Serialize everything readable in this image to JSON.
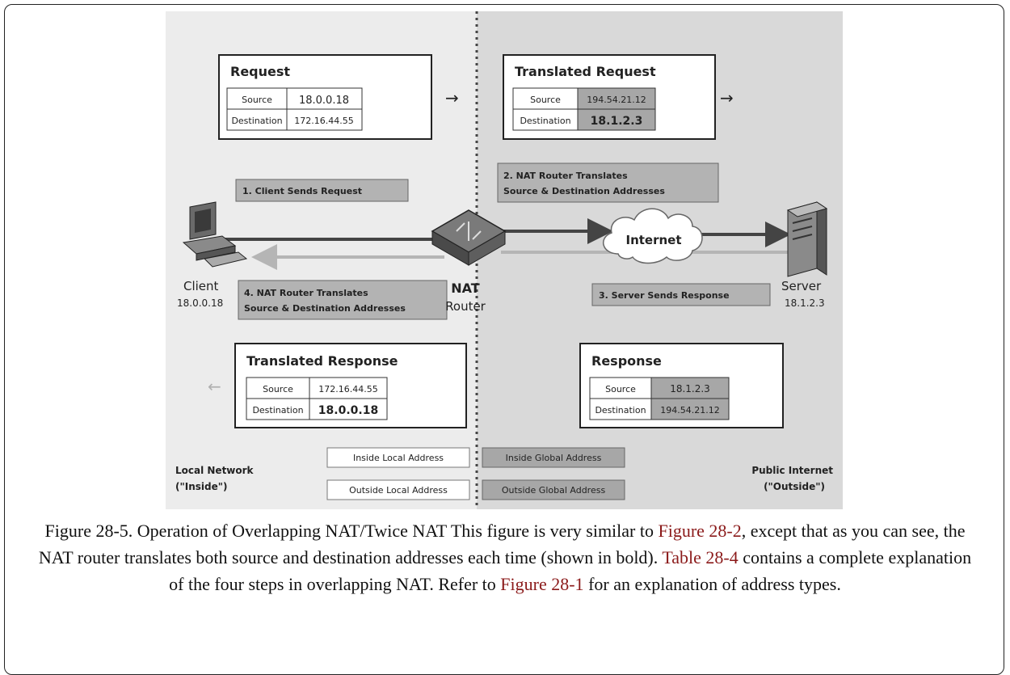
{
  "request": {
    "title": "Request",
    "rows": [
      {
        "label": "Source",
        "value": "18.0.0.18"
      },
      {
        "label": "Destination",
        "value": "172.16.44.55"
      }
    ]
  },
  "translated_request": {
    "title": "Translated Request",
    "rows": [
      {
        "label": "Source",
        "value": "194.54.21.12"
      },
      {
        "label": "Destination",
        "value": "18.1.2.3"
      }
    ]
  },
  "translated_response": {
    "title": "Translated Response",
    "rows": [
      {
        "label": "Source",
        "value": "172.16.44.55"
      },
      {
        "label": "Destination",
        "value": "18.0.0.18"
      }
    ]
  },
  "response": {
    "title": "Response",
    "rows": [
      {
        "label": "Source",
        "value": "18.1.2.3"
      },
      {
        "label": "Destination",
        "value": "194.54.21.12"
      }
    ]
  },
  "steps": {
    "step1": "1. Client Sends Request",
    "step2_line1": "2. NAT Router Translates",
    "step2_line2": "Source & Destination Addresses",
    "step3": "3. Server Sends Response",
    "step4_line1": "4. NAT Router Translates",
    "step4_line2": "Source & Destination Addresses"
  },
  "nodes": {
    "client_label": "Client",
    "client_ip": "18.0.0.18",
    "router_line1": "NAT",
    "router_line2": "Router",
    "internet_label": "Internet",
    "server_label": "Server",
    "server_ip": "18.1.2.3"
  },
  "legend": {
    "inside_local": "Inside Local Address",
    "outside_local": "Outside Local Address",
    "inside_global": "Inside Global Address",
    "outside_global": "Outside Global Address",
    "local_network_line1": "Local Network",
    "local_network_line2": "(\"Inside\")",
    "public_internet_line1": "Public Internet",
    "public_internet_line2": "(\"Outside\")"
  },
  "arrows": {
    "right": "→",
    "left": "←"
  },
  "caption": {
    "part1": "Figure 28-5. Operation of Overlapping NAT/Twice NAT This figure is very similar to ",
    "link1": "Figure 28-2",
    "part2": ", except that as you can see, the NAT router translates both source and destination addresses each time (shown in bold). ",
    "link2": "Table 28-4",
    "part3": " contains a complete explanation of the four steps in overlapping NAT. Refer to ",
    "link3": "Figure 28-1",
    "part4": " for an explanation of address types."
  },
  "colors": {
    "inside_bg": "#ececec",
    "outside_bg": "#d9d9d9",
    "local_cell": "#ffffff",
    "global_cell": "#a7a7a7",
    "step_box": "#b3b3b3",
    "link": "#8b1a1a"
  }
}
